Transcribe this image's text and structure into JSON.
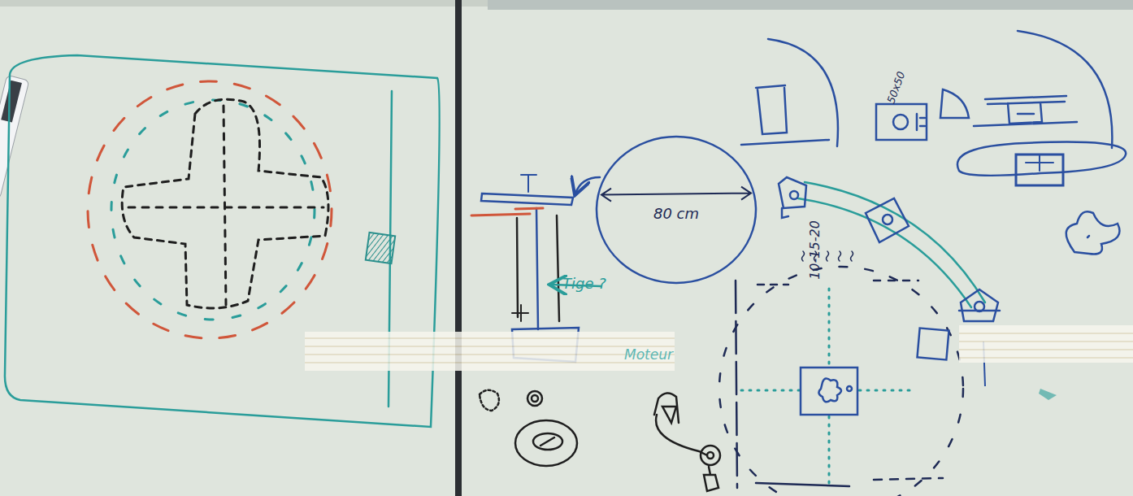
{
  "diagram": {
    "nodes": [
      {
        "text": [
          "80 cm"
        ]
      }
    ],
    "labels": [
      "Tige ?",
      "10-15-20",
      "50x50",
      "Moteur"
    ]
  }
}
